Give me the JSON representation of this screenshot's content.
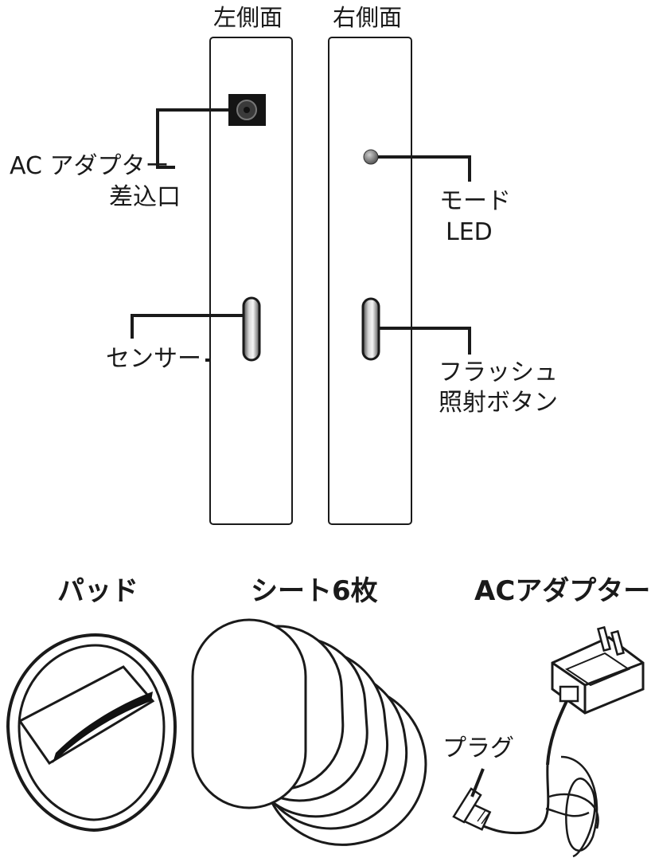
{
  "side_labels": {
    "left": "左側面",
    "right": "右側面"
  },
  "callouts": {
    "ac_port_line1": "AC アダプター",
    "ac_port_line2": "差込口",
    "mode_led_line1": "モード",
    "mode_led_line2": "LED",
    "sensor": "センサー",
    "flash_line1": "フラッシュ",
    "flash_line2": "照射ボタン",
    "plug": "プラグ"
  },
  "accessories": {
    "pad": "パッド",
    "sheets": "シート6枚",
    "adapter": "ACアダプター"
  },
  "colors": {
    "ink": "#1a1a1a",
    "panel_fill": "#ffffff",
    "port": "#141414",
    "led": "#7a7a7a",
    "slot": "#8e8e8e"
  }
}
